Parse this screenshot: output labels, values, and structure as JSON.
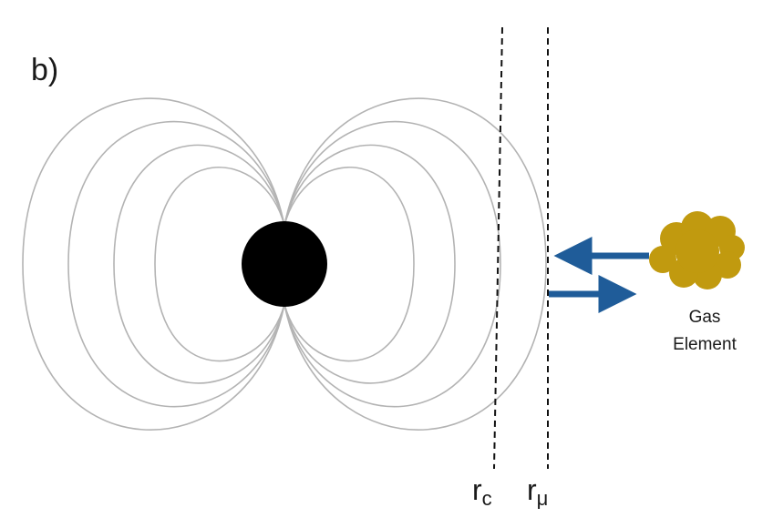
{
  "panel_label": "b)",
  "radius_labels": {
    "rc": {
      "base": "r",
      "subscript": "c"
    },
    "rmu": {
      "base": "r",
      "subscript": "μ"
    }
  },
  "gas_element": {
    "label_line1": "Gas",
    "label_line2": "Element"
  },
  "colors": {
    "field_lines": "#b3b3b3",
    "star": "#000000",
    "arrows": "#1f5c99",
    "gas_cloud": "#c19a0f",
    "dashed_lines": "#111111"
  },
  "icons": {
    "star": "black-circle",
    "gas_cloud": "cloud-blob",
    "arrows": [
      "arrow-left",
      "arrow-right"
    ]
  }
}
